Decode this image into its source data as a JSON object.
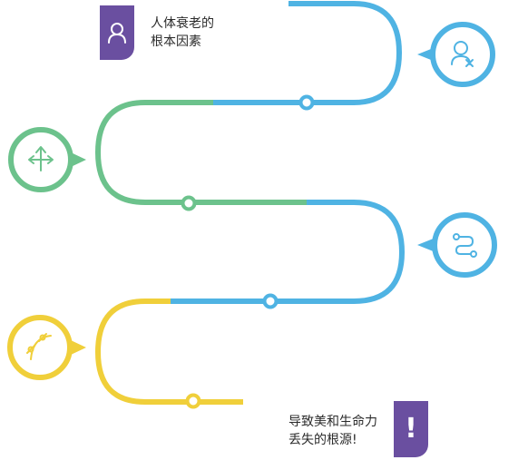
{
  "captions": {
    "start": {
      "line1": "人体衰老的",
      "line2": "根本因素"
    },
    "end": {
      "line1": "导致美和生命力",
      "line2": "丢失的根源!"
    }
  },
  "badges": {
    "end_symbol": "!"
  },
  "colors": {
    "blue": "#4fb3e3",
    "green": "#6cc28c",
    "yellow": "#f0cf3a",
    "purple": "#6a4fa0"
  },
  "icons": [
    "person-icon",
    "person-remove-icon",
    "arrows-split-icon",
    "route-icon",
    "curve-pen-icon",
    "alert-icon"
  ]
}
